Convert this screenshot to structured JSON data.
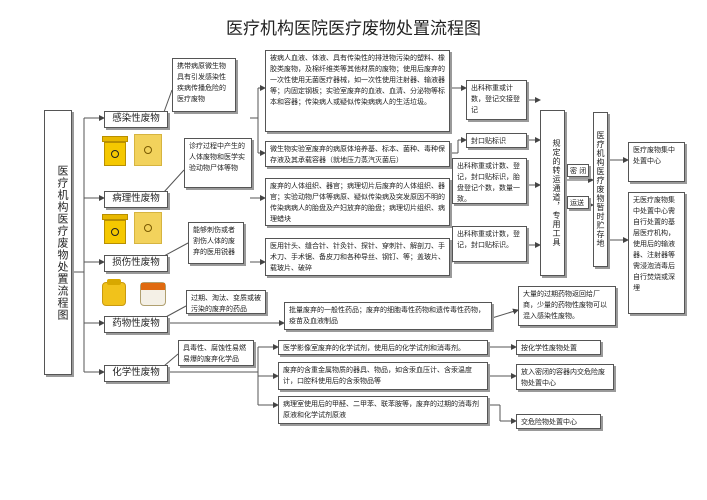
{
  "title": "医疗机构医院医疗废物处置流程图",
  "left_title": "医疗机构医疗废物处置流程图",
  "categories": {
    "infectious": "感染性废物",
    "pathological": "病理性废物",
    "injurious": "损伤性废物",
    "pharmaceutical": "药物性废物",
    "chemical": "化学性废物"
  },
  "notes": {
    "infectious": "携带病原微生物具有引发感染性疾病传播危险的医疗废物",
    "pathological": "诊疗过程中产生的人体废物和医学实验动物尸体等物",
    "injurious": "能够刺伤或者割伤人体的废弃的医用锐器",
    "pharmaceutical": "过期、淘汰、变质或被污染的废弃的药品",
    "chemical": "具毒性、腐蚀性易燃易爆的废弃化学品"
  },
  "details": {
    "inf1": "被病人血液、体液、具有传染性的排泄物污染的塑料、橡胶类废物，及棉纤维类等其他材质的废物；使用后废弃的一次性使用无菌医疗器械，如一次性使用注射器、输液器等；内固定钢板；实验室废弃的血液、血清、分泌物等标本和容器；传染病人或疑似传染病病人的生活垃圾。",
    "inf2": "微生物实验室废弃的病原体培养基、标本、菌种、毒种保存液及其承载容器（就地压力蒸汽灭菌后）",
    "path": "废弃的人体组织、器官；病理切片后废弃的人体组织、器官；实验动物尸体等病原、疑似传染病及突发原因不明的传染病病人的胎盘及产妇放弃的胎盘；病理切片组织、病理蜡块",
    "inj": "医用针头、缝合针、针灸针、探针、穿刺针、解剖刀、手术刀、手术锯、备皮刀和各种导丝、钢钉、等；盖玻片、载玻片、破碎",
    "pharm": "批量废弃的一般性药品；废弃的细胞毒性药物和遗传毒性药物，疫苗及血液制品",
    "chem1": "医学影像室废弃的化学试剂，使用后的化学试剂和消毒剂。",
    "chem2": "废弃的含重金属物质的器具、物品，如含汞血压计、含汞温度计，口腔科使用后的含汞物品等",
    "chem3": "病理室使用后的甲醛、二甲苯、联苯胺等，废弃的过期的消毒剂原液和化学试剂原液"
  },
  "steps": {
    "register1": "出科称重或计数，登记交接登记",
    "seal": "封口贴标识",
    "register2": "出科称重或计数、登记，封口贴标识，胎盘登记个数，数量一致。",
    "register3": "出科称重或计数，登记，封口贴标识。",
    "transport": "规定的转运通道，专用工具",
    "close": "密 闭",
    "carry": "运送",
    "storage": "医疗机构医疗废物暂时贮存地",
    "center": "医疗废物集中处置中心",
    "no_center": "无医疗废物集中处置中心需自行处置的基层医疗机构，使用后的输液器、注射器等需浸泡消毒后自行焚烧或深埋",
    "pharm_note": "大量的过期药物返回给厂商，少量的药物性废物可以混入感染性废物。",
    "chem_unit": "按化学性废物处置",
    "chem_container": "放入密闭的容器内交危险废物处置中心",
    "hazard_center": "交危险物处置中心"
  }
}
